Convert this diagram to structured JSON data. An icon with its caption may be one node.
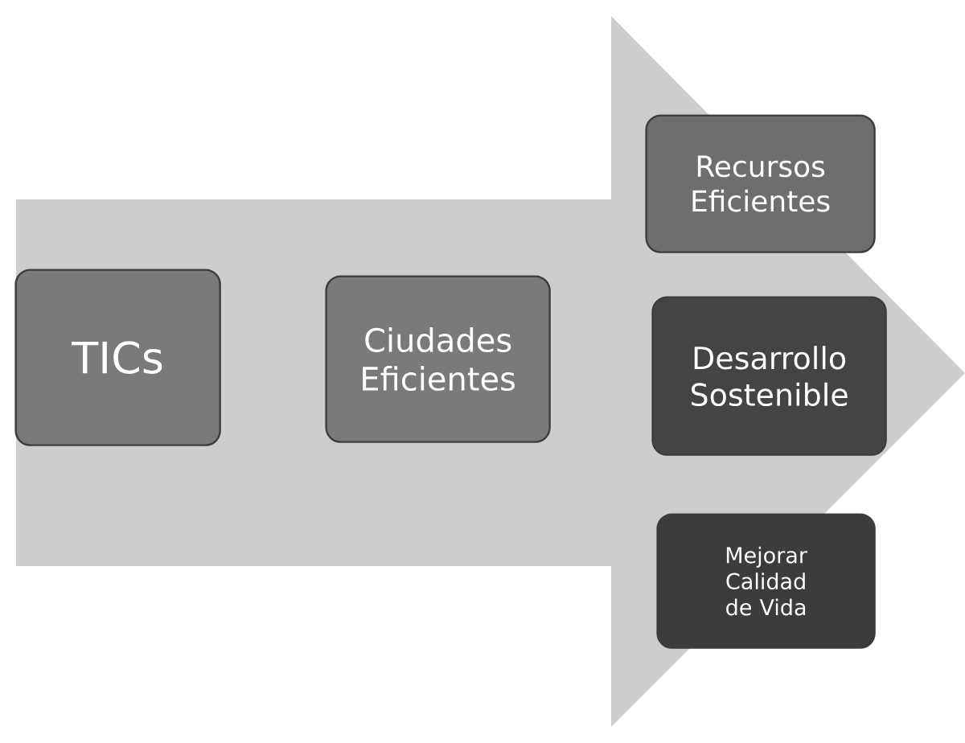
{
  "diagram": {
    "nodes": [
      {
        "text": [],
        "shape": "arrow"
      },
      {
        "text": [
          "TICs"
        ],
        "in": 0
      },
      {
        "text": [
          "Ciudades Eficientes"
        ],
        "in": 0
      },
      {
        "text": [
          "Recursos Eficientes"
        ],
        "in": 0
      },
      {
        "text": [
          "Desarrollo Sostenible"
        ],
        "in": 0
      },
      {
        "text": [
          "Mejorar Calidad de Vida"
        ],
        "in": 0
      }
    ]
  }
}
